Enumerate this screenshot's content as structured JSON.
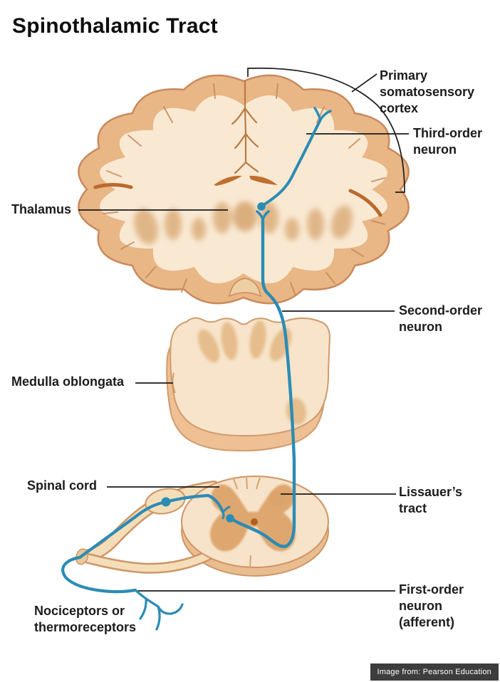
{
  "title": "Spinothalamic Tract",
  "labels": {
    "primary_cortex": "Primary\nsomatosensory\ncortex",
    "third_order": "Third-order\nneuron",
    "thalamus": "Thalamus",
    "second_order": "Second-order\nneuron",
    "medulla": "Medulla oblongata",
    "spinal_cord": "Spinal cord",
    "lissauers": "Lissauer’s\ntract",
    "first_order": "First-order\nneuron\n(afferent)",
    "receptors": "Nociceptors or\nthermoreceptors"
  },
  "credit": "Image from: Pearson Education",
  "colors": {
    "pathway_blue": "#2b8cb5",
    "cortex_tan": "#e9b685",
    "interior_cream": "#f9e9d3",
    "outline_brown": "#c9895c",
    "ventricle_orange": "#c0702f",
    "leader_black": "#1a1a1a",
    "credit_bg": "#3d3d3d",
    "credit_text": "#ffffff"
  }
}
